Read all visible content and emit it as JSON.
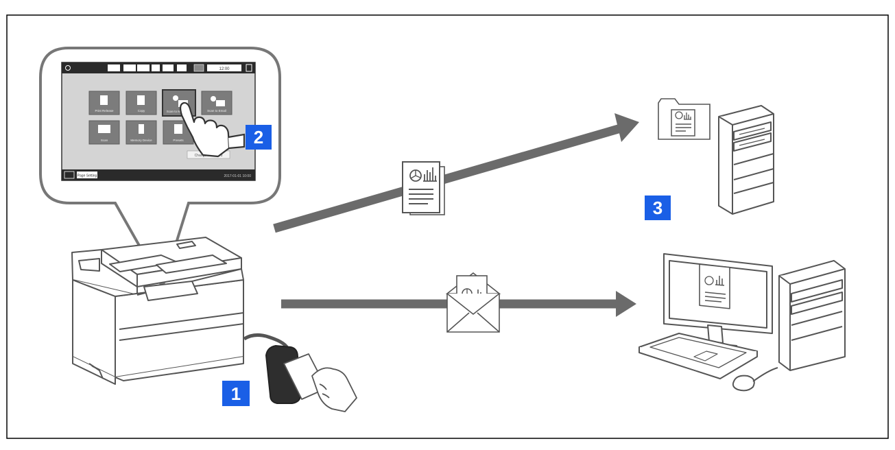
{
  "colors": {
    "frame": "#000000",
    "arrow": "#6b6b6b",
    "badge": "#1a5fe6",
    "badge_text": "#ffffff",
    "line_art": "#555555",
    "panel_bg": "#d4d4d4"
  },
  "steps": {
    "step1": "1",
    "step2": "2",
    "step3": "3"
  },
  "panel": {
    "time": "12:00",
    "tiles": [
      {
        "label": "Print Release"
      },
      {
        "label": "Copy"
      },
      {
        "label": "Scan to My Folder"
      },
      {
        "label": "Scan to Email"
      },
      {
        "label": "Scan"
      },
      {
        "label": "Memory Device"
      },
      {
        "label": "Presets"
      }
    ],
    "change_password": "Change Password",
    "page_setting": "Page Setting",
    "datetime": "2017-01-01 10:00"
  },
  "icons": {
    "printer": "printer-icon",
    "card_reader": "card-reader-icon",
    "hand_card": "hand-holding-card-icon",
    "touch_hand": "touch-finger-icon",
    "document": "document-icon",
    "envelope": "envelope-icon",
    "folder": "folder-icon",
    "server": "server-icon",
    "desktop": "desktop-computer-icon"
  }
}
